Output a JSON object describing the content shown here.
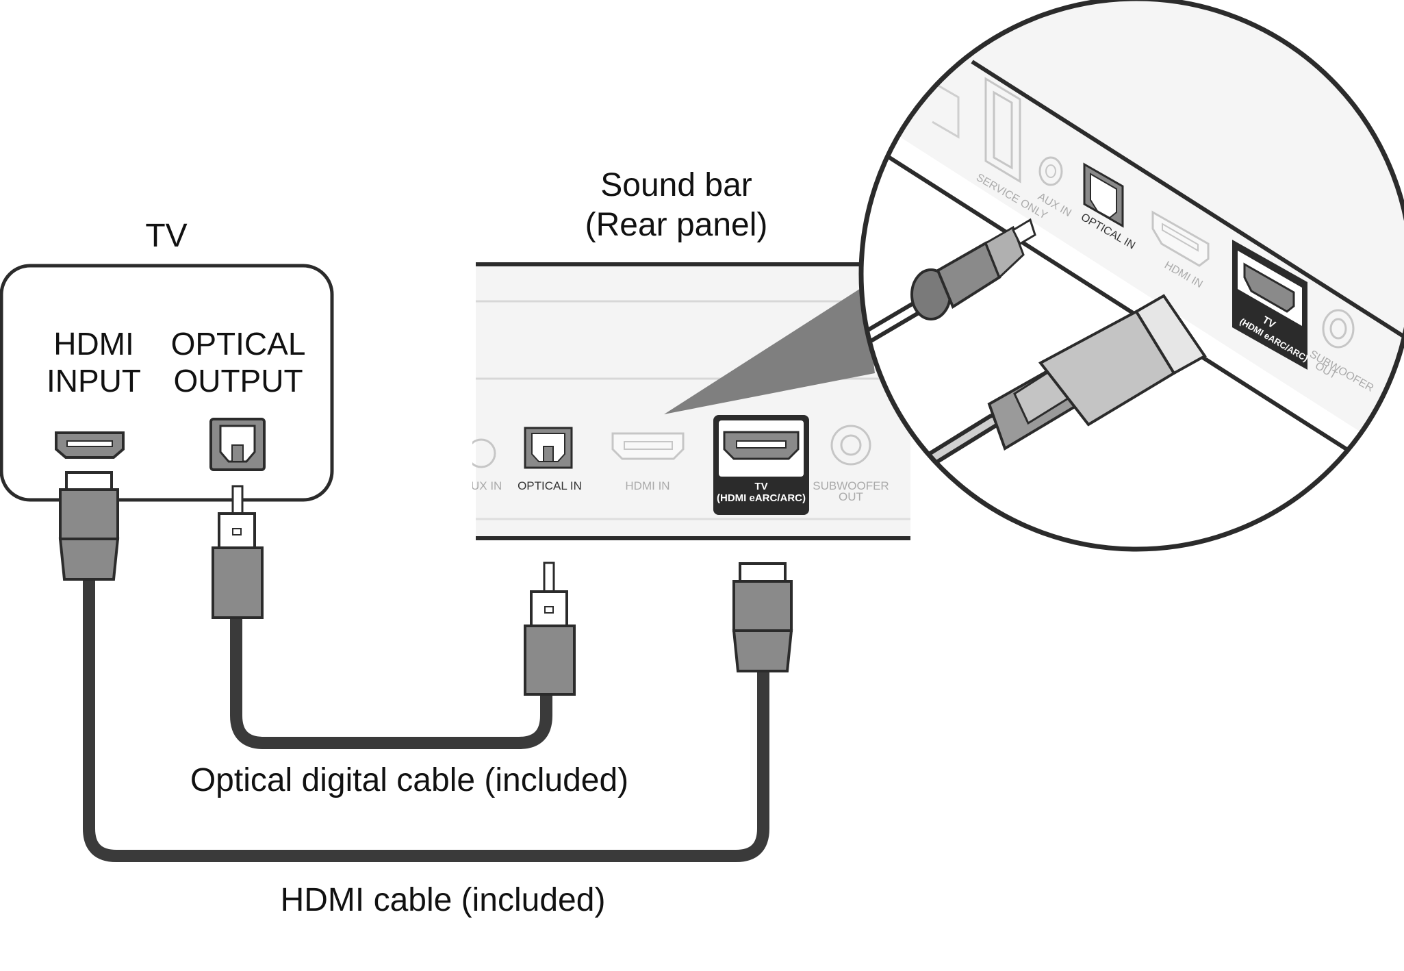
{
  "labels": {
    "tv": "TV",
    "tv_hdmi_input_line1": "HDMI",
    "tv_hdmi_input_line2": "INPUT",
    "tv_optical_output_line1": "OPTICAL",
    "tv_optical_output_line2": "OUTPUT",
    "soundbar_line1": "Sound bar",
    "soundbar_line2": "(Rear panel)",
    "optical_cable": "Optical digital cable (included)",
    "hdmi_cable": "HDMI cable (included)"
  },
  "rear_panel_ports": {
    "aux_in": "AUX IN",
    "optical_in": "OPTICAL IN",
    "hdmi_in": "HDMI IN",
    "tv_line1": "TV",
    "tv_line2": "(HDMI eARC/ARC)",
    "subwoofer_line1": "SUBWOOFER",
    "subwoofer_line2": "OUT"
  },
  "magnified_ports": {
    "service_only": "SERVICE ONLY",
    "aux_in": "AUX IN",
    "optical_in": "OPTICAL IN",
    "hdmi_in": "HDMI IN",
    "tv_line1": "TV",
    "tv_line2": "(HDMI eARC/ARC)",
    "subwoofer_line1": "SUBWOOFER",
    "subwoofer_line2": "OUT"
  },
  "colors": {
    "outline": "#2b2b2b",
    "connector": "#8a8a8a",
    "cable": "#3a3a3a",
    "panel": "#f4f4f4"
  }
}
